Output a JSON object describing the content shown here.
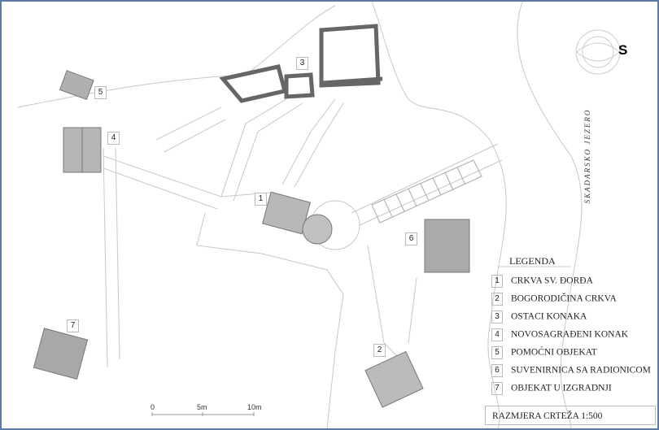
{
  "compass": {
    "label": "S"
  },
  "lake_label": "SKADARSKO JEZERO",
  "markers": [
    "1",
    "2",
    "3",
    "4",
    "5",
    "6",
    "7"
  ],
  "legend": {
    "title": "LEGENDA",
    "items": [
      {
        "num": "1",
        "label": "CRKVA SV. ĐORĐA"
      },
      {
        "num": "2",
        "label": "BOGORODIČINA CRKVA"
      },
      {
        "num": "3",
        "label": "OSTACI KONAKA"
      },
      {
        "num": "4",
        "label": "NOVOSAGRAĐENI KONAK"
      },
      {
        "num": "5",
        "label": "POMOĆNI OBJEKAT"
      },
      {
        "num": "6",
        "label": "SUVENIRNICA SA RADIONICOM"
      },
      {
        "num": "7",
        "label": "OBJEKAT U IZGRADNJI"
      }
    ]
  },
  "scale_bar": {
    "ticks": [
      "0",
      "5m",
      "10m"
    ]
  },
  "scale": "RAZMJERA  CRTEŽA  1:500"
}
